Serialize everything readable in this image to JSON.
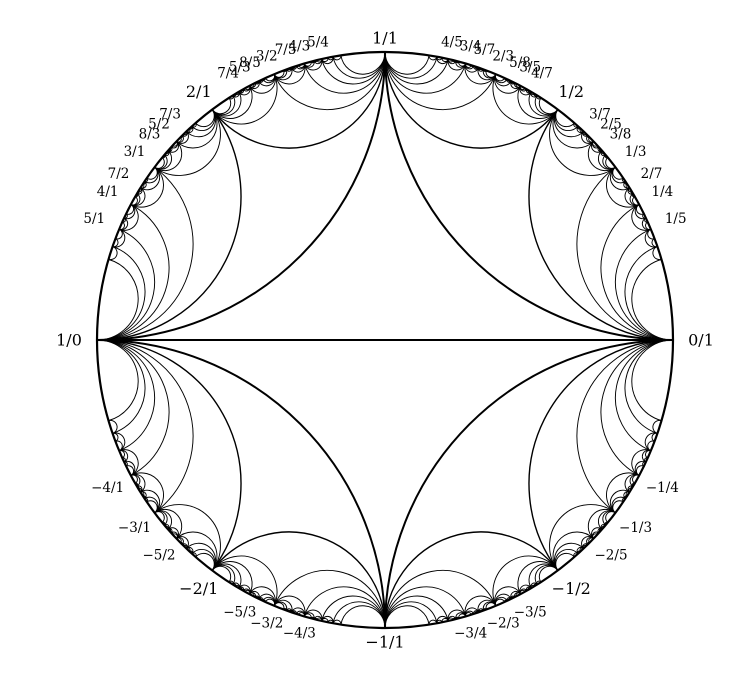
{
  "diagram": {
    "type": "farey-tessellation",
    "boundary_labels": [
      {
        "frac": "1/1",
        "size": "lg"
      },
      {
        "frac": "4/5",
        "size": "sm"
      },
      {
        "frac": "3/4",
        "size": "sm"
      },
      {
        "frac": "5/7",
        "size": "sm"
      },
      {
        "frac": "2/3",
        "size": "sm"
      },
      {
        "frac": "5/8",
        "size": "sm"
      },
      {
        "frac": "3/5",
        "size": "sm"
      },
      {
        "frac": "4/7",
        "size": "sm"
      },
      {
        "frac": "1/2",
        "size": "lg"
      },
      {
        "frac": "3/7",
        "size": "sm"
      },
      {
        "frac": "2/5",
        "size": "sm"
      },
      {
        "frac": "3/8",
        "size": "sm"
      },
      {
        "frac": "1/3",
        "size": "sm"
      },
      {
        "frac": "2/7",
        "size": "sm"
      },
      {
        "frac": "1/4",
        "size": "sm"
      },
      {
        "frac": "1/5",
        "size": "sm"
      },
      {
        "frac": "0/1",
        "size": "lg"
      },
      {
        "frac": "−1/4",
        "size": "sm"
      },
      {
        "frac": "−1/3",
        "size": "sm"
      },
      {
        "frac": "−2/5",
        "size": "sm"
      },
      {
        "frac": "−1/2",
        "size": "lg"
      },
      {
        "frac": "−3/5",
        "size": "sm"
      },
      {
        "frac": "−2/3",
        "size": "sm"
      },
      {
        "frac": "−3/4",
        "size": "sm"
      },
      {
        "frac": "−1/1",
        "size": "lg"
      },
      {
        "frac": "−4/3",
        "size": "sm"
      },
      {
        "frac": "−3/2",
        "size": "sm"
      },
      {
        "frac": "−5/3",
        "size": "sm"
      },
      {
        "frac": "−2/1",
        "size": "lg"
      },
      {
        "frac": "−5/2",
        "size": "sm"
      },
      {
        "frac": "−3/1",
        "size": "sm"
      },
      {
        "frac": "−4/1",
        "size": "sm"
      },
      {
        "frac": "1/0",
        "size": "lg"
      },
      {
        "frac": "5/1",
        "size": "sm"
      },
      {
        "frac": "4/1",
        "size": "sm"
      },
      {
        "frac": "7/2",
        "size": "sm"
      },
      {
        "frac": "3/1",
        "size": "sm"
      },
      {
        "frac": "8/3",
        "size": "sm"
      },
      {
        "frac": "5/2",
        "size": "sm"
      },
      {
        "frac": "7/3",
        "size": "sm"
      },
      {
        "frac": "2/1",
        "size": "lg"
      },
      {
        "frac": "7/4",
        "size": "sm"
      },
      {
        "frac": "5/3",
        "size": "sm"
      },
      {
        "frac": "8/5",
        "size": "sm"
      },
      {
        "frac": "3/2",
        "size": "sm"
      },
      {
        "frac": "7/5",
        "size": "sm"
      },
      {
        "frac": "4/3",
        "size": "sm"
      },
      {
        "frac": "5/4",
        "size": "sm"
      }
    ]
  }
}
